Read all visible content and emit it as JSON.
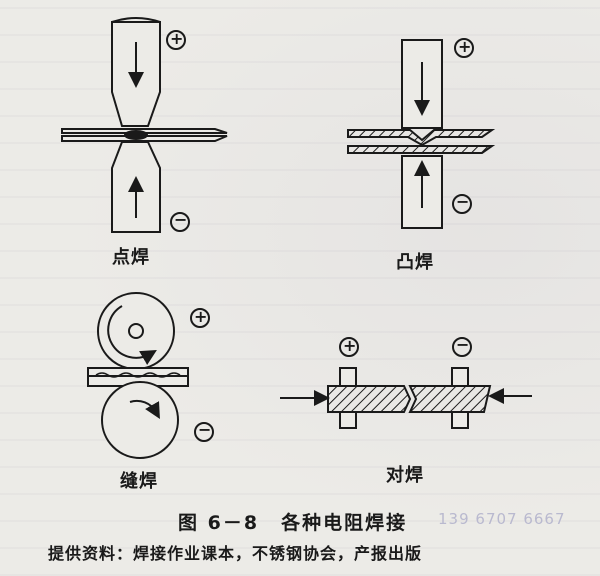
{
  "panels": {
    "spot": {
      "label": "点焊",
      "positive": "+",
      "negative": "−"
    },
    "projection": {
      "label": "凸焊",
      "positive": "+",
      "negative": "−"
    },
    "seam": {
      "label": "缝焊",
      "positive": "+",
      "negative": "−"
    },
    "butt": {
      "label": "对焊",
      "positive": "+",
      "negative": "−"
    }
  },
  "caption": {
    "figure_no": "图 6－8",
    "title": "各种电阻焊接"
  },
  "watermark_phone": "139 6707 6667",
  "source": "提供资料：焊接作业课本，不锈钢协会，产报出版"
}
